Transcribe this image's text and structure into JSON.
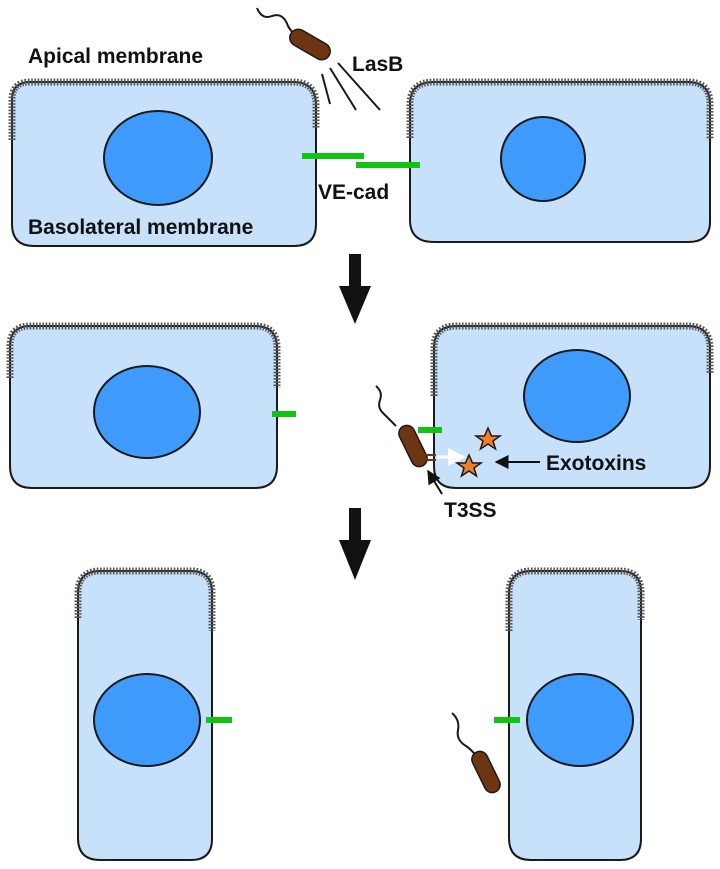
{
  "labels": {
    "apical": "Apical membrane",
    "basolateral": "Basolateral membrane",
    "lasb": "LasB",
    "vecad": "VE-cad",
    "exotoxins": "Exotoxins",
    "t3ss": "T3SS"
  },
  "colors": {
    "cell_fill": "#c8e1fb",
    "nucleus_fill": "#3f9bfb",
    "ve_cadherin": "#11c411",
    "bacterium": "#6e3512",
    "exotoxin_star": "#f07d2a"
  },
  "stages": [
    "intact-junction",
    "junction-disrupted",
    "cells-separated"
  ]
}
